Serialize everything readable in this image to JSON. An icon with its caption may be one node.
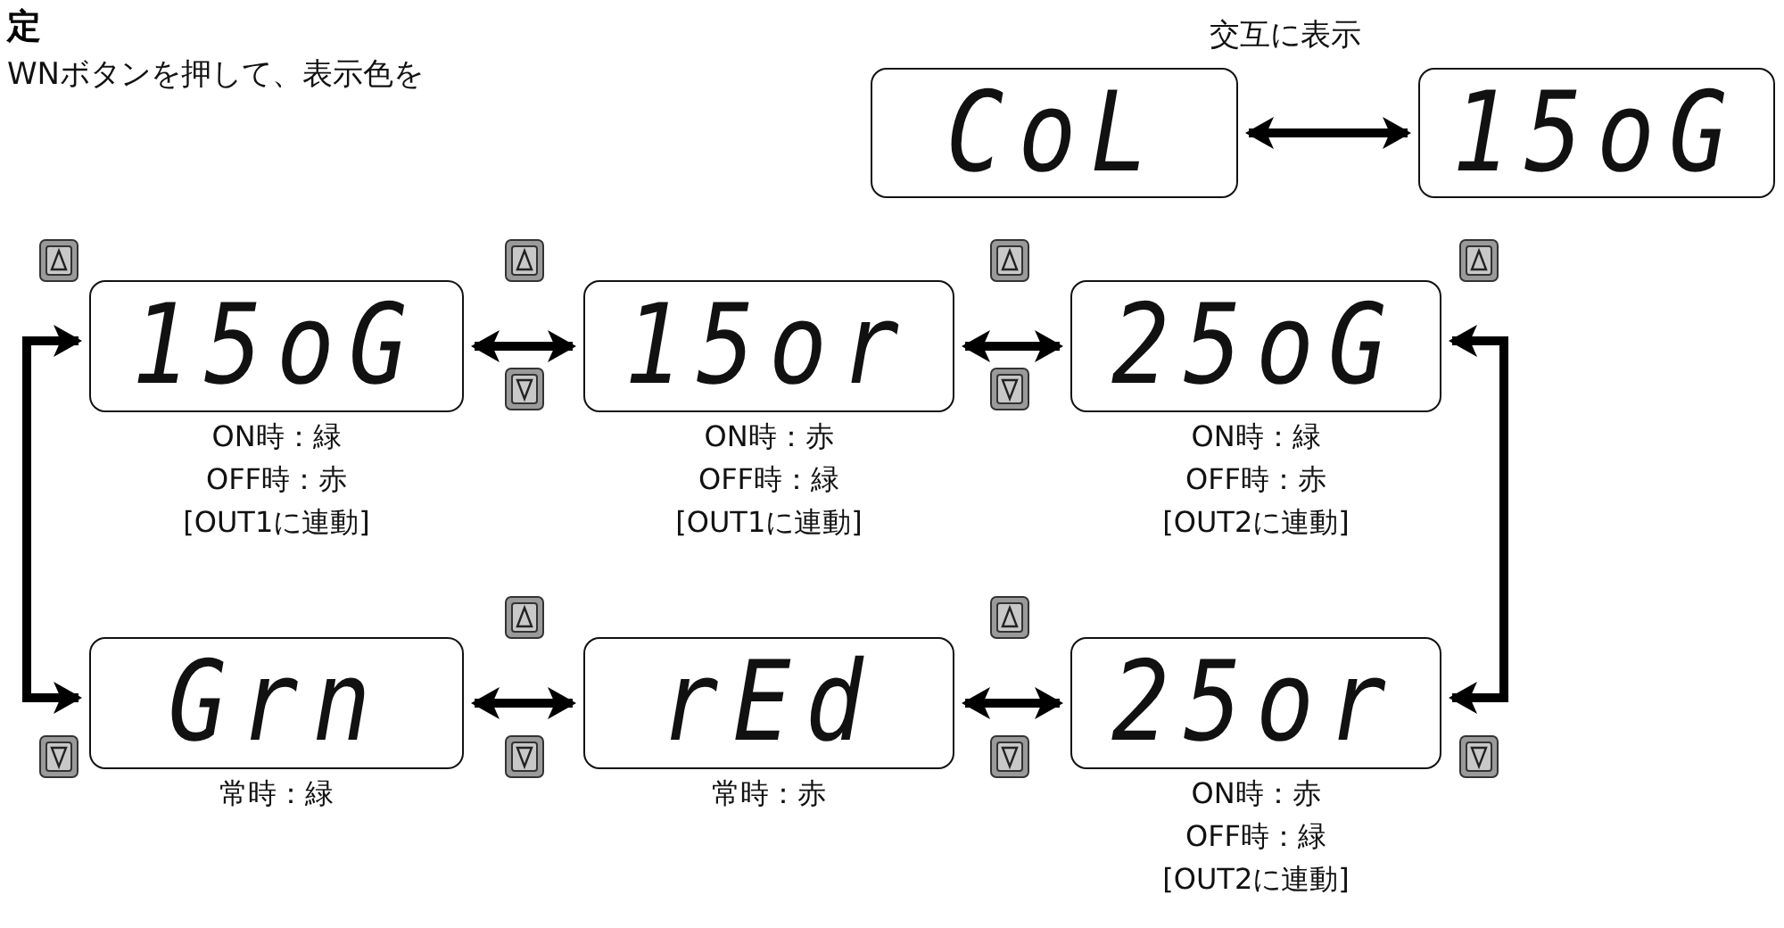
{
  "diagram": {
    "title": "定",
    "nodes": [
      {
        "text": [
          "CoL"
        ]
      },
      {
        "text": [
          "15oG"
        ]
      },
      {
        "text": [
          "15oG"
        ],
        "beside": [
          "ON時：緑",
          "OFF時：赤",
          "[OUT1に連動]"
        ]
      },
      {
        "text": [
          "15or"
        ],
        "beside": [
          "ON時：赤",
          "OFF時：緑",
          "[OUT1に連動]"
        ]
      },
      {
        "text": [
          "25oG"
        ],
        "beside": [
          "ON時：緑",
          "OFF時：赤",
          "[OUT2に連動]"
        ]
      },
      {
        "text": [
          "Grn"
        ],
        "beside": [
          "常時：緑"
        ]
      },
      {
        "text": [
          "rEd"
        ],
        "beside": [
          "常時：赤"
        ]
      },
      {
        "text": [
          "25or"
        ],
        "beside": [
          "ON時：赤",
          "OFF時：緑",
          "[OUT2に連動]"
        ]
      }
    ],
    "edges": [
      {
        "from": 0,
        "to": 1,
        "arrow": "both"
      },
      {
        "from": 2,
        "to": 3,
        "arrow": "both"
      },
      {
        "from": 3,
        "to": 4,
        "arrow": "both"
      },
      {
        "from": 2,
        "to": 5,
        "arrow": "both"
      },
      {
        "from": 4,
        "to": 7,
        "arrow": "both"
      },
      {
        "from": 5,
        "to": 6,
        "arrow": "both"
      },
      {
        "from": 6,
        "to": 7,
        "arrow": "both"
      }
    ],
    "labels": [
      "WNボタンを押して、表示色を",
      "交互に表示"
    ]
  }
}
